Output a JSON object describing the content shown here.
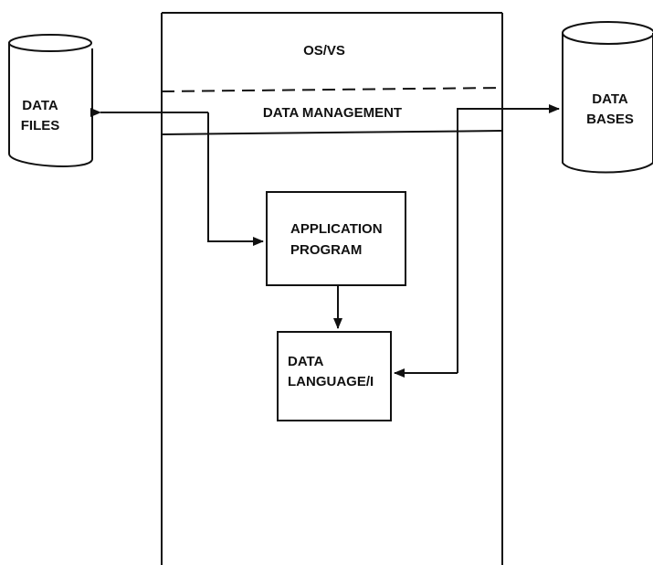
{
  "system_column": {
    "os_label": "OS/VS",
    "data_management_label": "DATA MANAGEMENT"
  },
  "data_files": {
    "line1": "DATA",
    "line2": "FILES"
  },
  "data_bases": {
    "line1": "DATA",
    "line2": "BASES"
  },
  "application_program": {
    "line1": "APPLICATION",
    "line2": "PROGRAM"
  },
  "data_language": {
    "line1": "DATA",
    "line2": "LANGUAGE/I"
  },
  "colors": {
    "ink": "#111111",
    "background": "#ffffff"
  }
}
